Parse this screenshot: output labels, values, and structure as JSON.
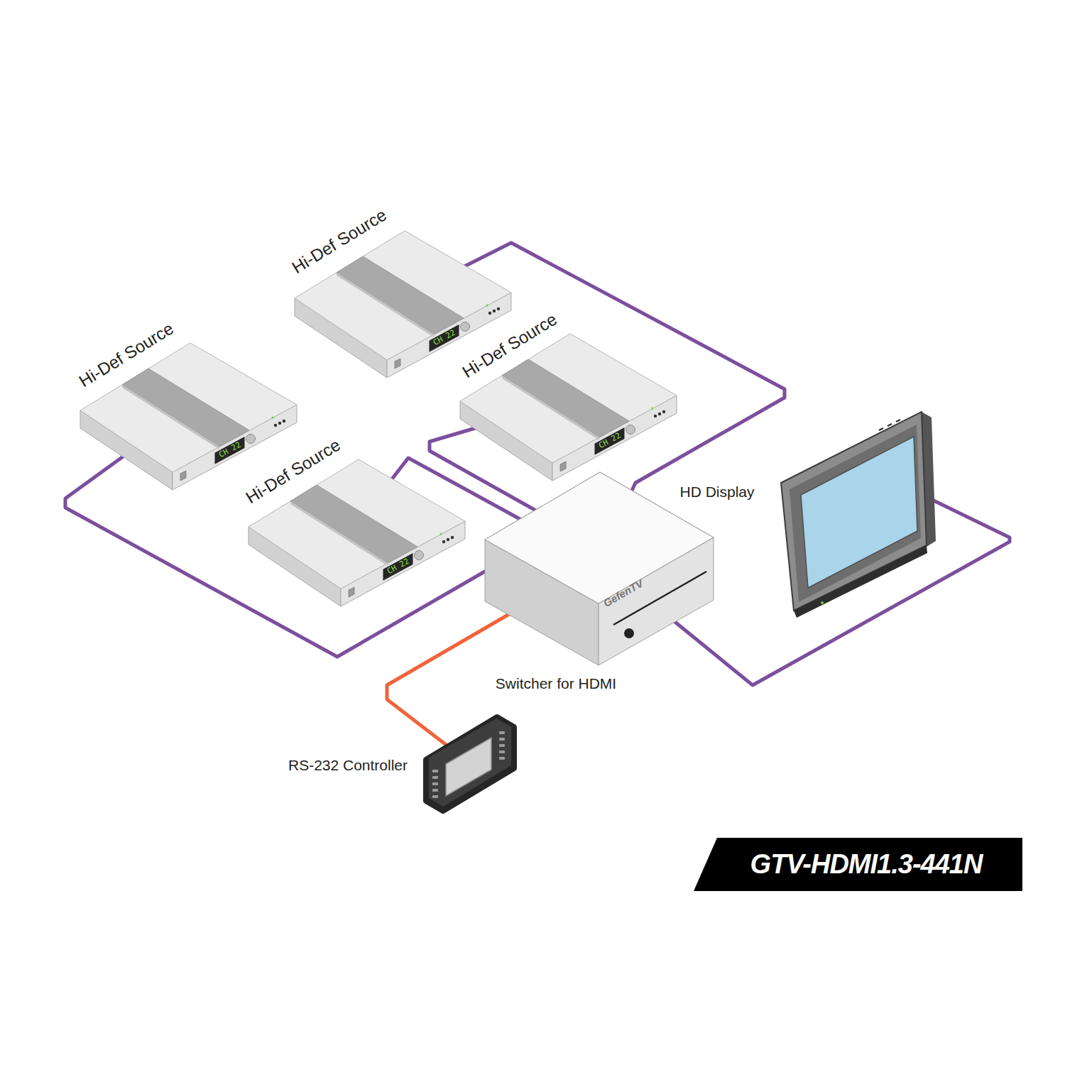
{
  "diagram": {
    "title": "GTV-HDMI1.3-441N",
    "nodes": [
      {
        "text": [
          "Hi-Def Source",
          "CH 22"
        ]
      },
      {
        "text": [
          "Hi-Def Source",
          "CH 22"
        ]
      },
      {
        "text": [
          "Hi-Def Source",
          "CH 22"
        ]
      },
      {
        "text": [
          "Hi-Def Source",
          "CH 22"
        ]
      },
      {
        "text": [
          "Switcher for HDMI"
        ]
      },
      {
        "text": [
          "HD Display"
        ]
      },
      {
        "text": [
          "RS-232 Controller"
        ]
      }
    ],
    "edges": [
      {
        "from": 0,
        "to": 4,
        "arrow": "none"
      },
      {
        "from": 1,
        "to": 4,
        "arrow": "none"
      },
      {
        "from": 2,
        "to": 4,
        "arrow": "none"
      },
      {
        "from": 3,
        "to": 4,
        "arrow": "none"
      },
      {
        "from": 4,
        "to": 5,
        "arrow": "none"
      },
      {
        "from": 4,
        "to": 6,
        "arrow": "none"
      }
    ],
    "labels": [
      "GefenTV"
    ]
  }
}
